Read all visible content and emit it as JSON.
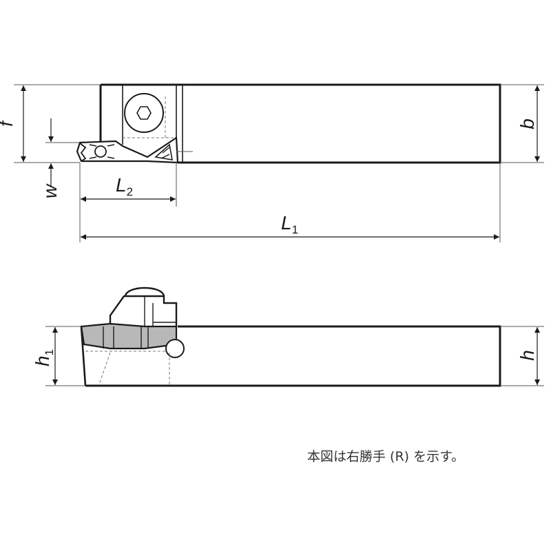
{
  "labels": {
    "f": "f",
    "w": "w",
    "b": "b",
    "L2_main": "L",
    "L2_sub": "2",
    "L1_main": "L",
    "L1_sub": "1",
    "h1_main": "h",
    "h1_sub": "1",
    "h": "h"
  },
  "note": "本図は右勝手 (R) を示す。",
  "colors": {
    "line": "#1a1a1a",
    "thin": "#555555",
    "insert_fill": "#b8b8b8"
  }
}
